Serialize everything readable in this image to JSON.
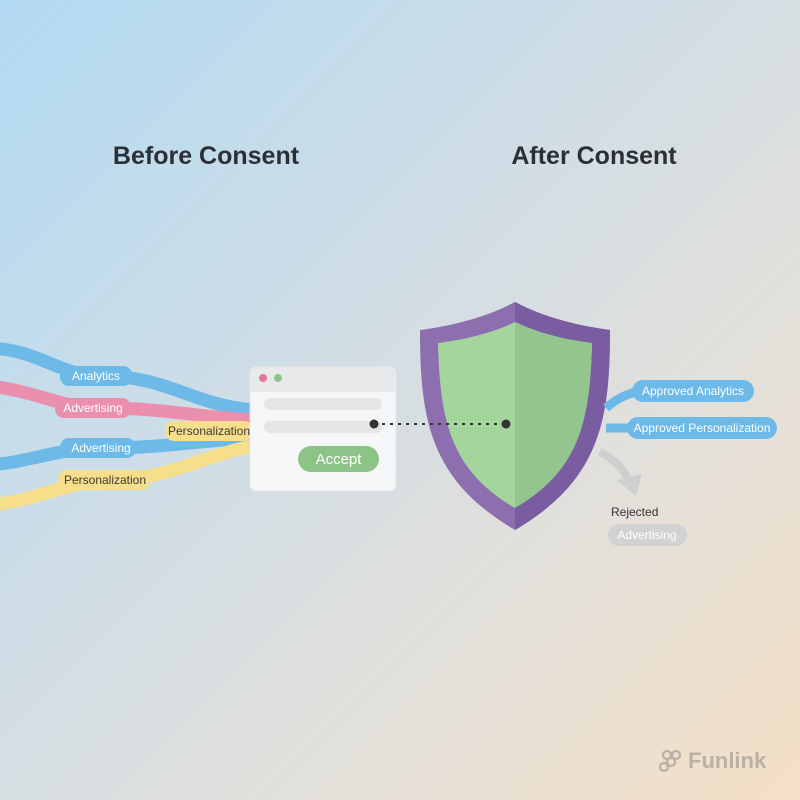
{
  "titles": {
    "before": "Before Consent",
    "after": "After Consent"
  },
  "before_flows": [
    {
      "label": "Analytics",
      "color": "#6db9e8"
    },
    {
      "label": "Advertising",
      "color": "#ea8fae"
    },
    {
      "label": "Personalization",
      "color": "#f7de8a"
    },
    {
      "label": "Advertising",
      "color": "#6db9e8"
    },
    {
      "label": "Personalization",
      "color": "#f7de8a"
    }
  ],
  "consent_dialog": {
    "accept_label": "Accept",
    "accept_color": "#8cc487"
  },
  "shield": {
    "outer_color": "#8d6fb0",
    "inner_color": "#9fd39a"
  },
  "after_flows": {
    "approved": [
      {
        "label": "Approved Analytics",
        "color": "#6db9e8"
      },
      {
        "label": "Approved Personalization",
        "color": "#6db9e8"
      }
    ],
    "rejected_heading": "Rejected",
    "rejected": [
      {
        "label": "Advertising",
        "color": "#d2d2d2"
      }
    ]
  },
  "logo": {
    "text": "Funlink",
    "icon": "chain-link-icon"
  }
}
